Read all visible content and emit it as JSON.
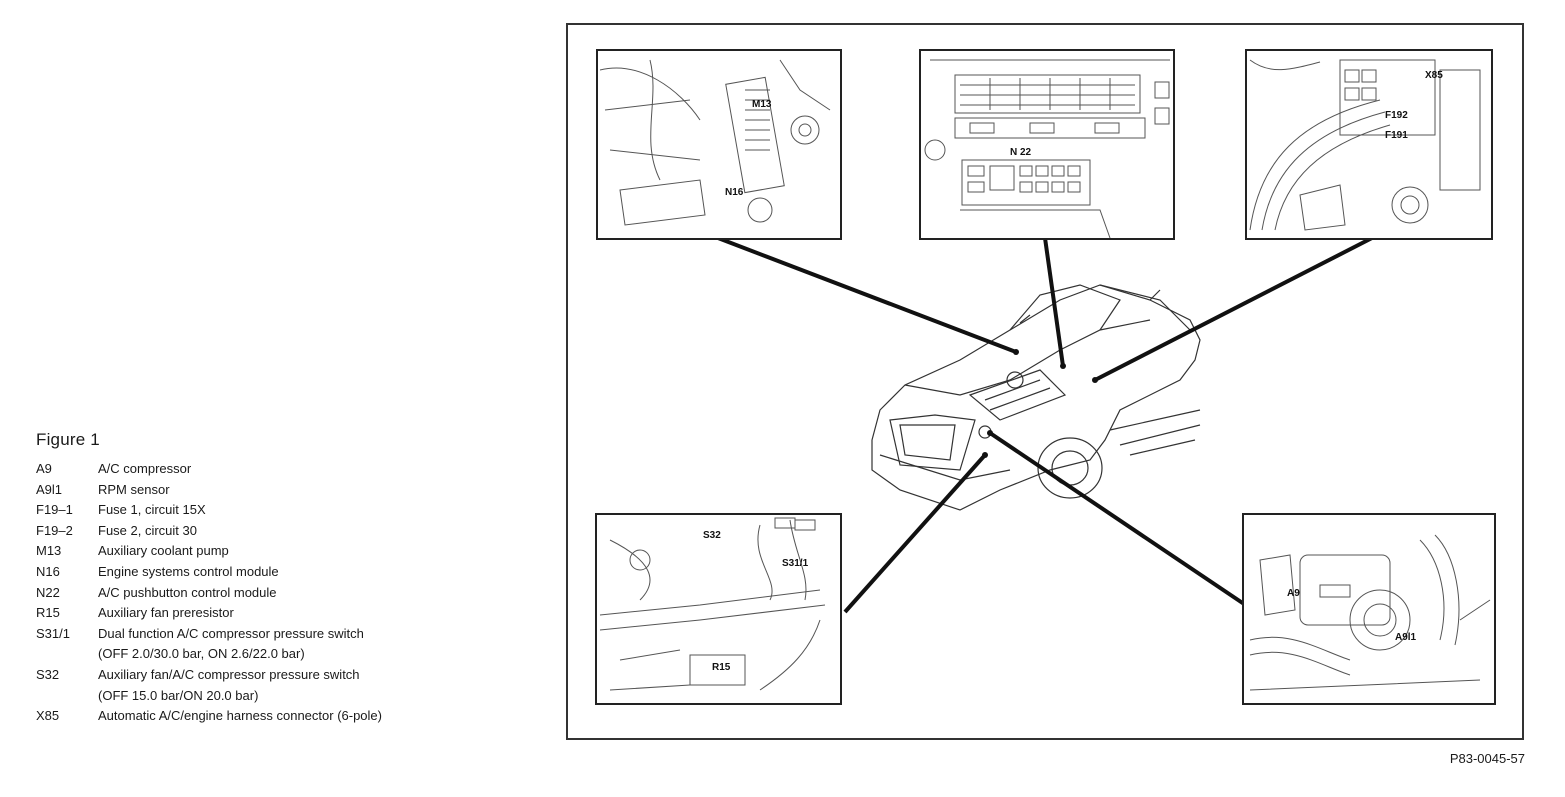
{
  "legend": {
    "title": "Figure 1",
    "items": [
      {
        "code": "A9",
        "desc": "A/C compressor"
      },
      {
        "code": "A9l1",
        "desc": "RPM sensor"
      },
      {
        "code": "F19–1",
        "desc": "Fuse 1, circuit 15X"
      },
      {
        "code": "F19–2",
        "desc": "Fuse 2, circuit 30"
      },
      {
        "code": "M13",
        "desc": "Auxiliary coolant pump"
      },
      {
        "code": "N16",
        "desc": "Engine systems control module"
      },
      {
        "code": "N22",
        "desc": "A/C pushbutton control module"
      },
      {
        "code": "R15",
        "desc": "Auxiliary fan preresistor"
      },
      {
        "code": "S31/1",
        "desc": "Dual function A/C compressor pressure switch\n(OFF 2.0/30.0 bar, ON 2.6/22.0 bar)"
      },
      {
        "code": "S32",
        "desc": "Auxiliary fan/A/C compressor pressure switch\n(OFF 15.0 bar/ON 20.0 bar)"
      },
      {
        "code": "X85",
        "desc": "Automatic A/C/engine harness connector (6-pole)"
      }
    ]
  },
  "panels": {
    "top_left": {
      "labels": [
        "M13",
        "N16"
      ]
    },
    "top_center": {
      "labels": [
        "N 22"
      ]
    },
    "top_right": {
      "labels": [
        "X85",
        "F192",
        "F191"
      ]
    },
    "bottom_left": {
      "labels": [
        "S32",
        "S31/1",
        "R15"
      ]
    },
    "bottom_right": {
      "labels": [
        "A9",
        "A9l1"
      ]
    }
  },
  "caption": "P83-0045-57"
}
